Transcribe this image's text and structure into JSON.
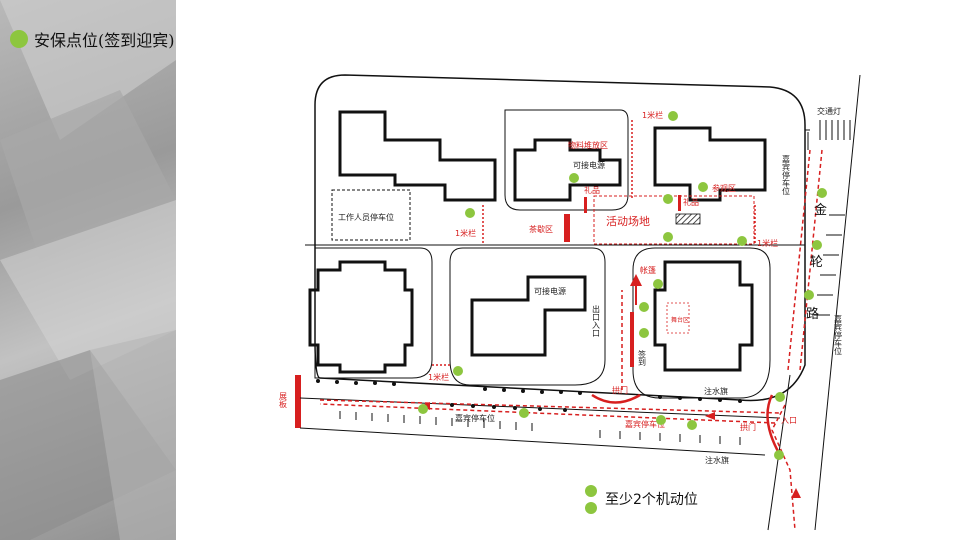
{
  "title": "安保点位(签到迎宾)",
  "legend": {
    "text": "至少2个机动位"
  },
  "labels": {
    "bar_1m_top": "1米栏",
    "bar_1m_left": "1米栏",
    "bar_1m_right": "1米栏",
    "bar_1m_bottom": "1米栏",
    "materials_area": "物料堆放区",
    "power_top": "可接电源",
    "power_mid": "可接电源",
    "ceremony_left": "礼品",
    "ceremony_right": "礼品",
    "visitor_area": "参观区",
    "tea_area": "茶歇区",
    "activity_area": "活动场地",
    "staff_parking": "工作人员停车位",
    "traffic_light": "交通灯",
    "guest_parking_right_top": "嘉宾停车位",
    "road_name_1": "金",
    "road_name_2": "轮",
    "road_name_3": "路",
    "guest_parking_right": "嘉宾停车位",
    "exit_sign": "出口入口",
    "sign_in": "签到",
    "arch_left": "拱门",
    "arch_right": "拱门",
    "entrance": "入口",
    "watermark_top": "注水旗",
    "watermark_bottom": "注水旗",
    "display_board": "展板",
    "guest_parking_bottom": "嘉宾停车位",
    "guest_parking_road": "嘉宾停车位",
    "tent": "帐篷",
    "stage_box": "舞台区"
  },
  "colors": {
    "accent_red": "#d71f1f",
    "marker_green": "#8dc63f",
    "outline": "#111111"
  }
}
